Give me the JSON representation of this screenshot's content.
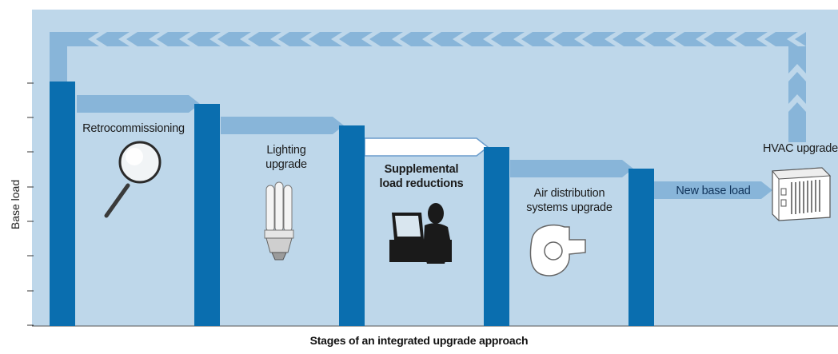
{
  "diagram": {
    "y_axis_label": "Base load",
    "x_axis_label": "Stages of an integrated upgrade approach",
    "stages": [
      {
        "label": "Retrocommissioning",
        "icon": "magnifying-glass-icon"
      },
      {
        "label": "Lighting\nupgrade",
        "icon": "cfl-bulb-icon"
      },
      {
        "label": "Supplemental\nload reductions",
        "icon": "person-at-computer-icon",
        "emphasized": true
      },
      {
        "label": "Air distribution\nsystems upgrade",
        "icon": "fan-blower-icon"
      },
      {
        "label": "New base load",
        "icon": "step-arrow"
      },
      {
        "label": "HVAC upgrade",
        "icon": "hvac-unit-icon"
      }
    ],
    "colors": {
      "background": "#bed7ea",
      "bar": "#0a6eaf",
      "arrow": "#88b5d9",
      "arrow_outline": "#6a9ccc",
      "highlight_arrow": "#ffffff"
    }
  }
}
